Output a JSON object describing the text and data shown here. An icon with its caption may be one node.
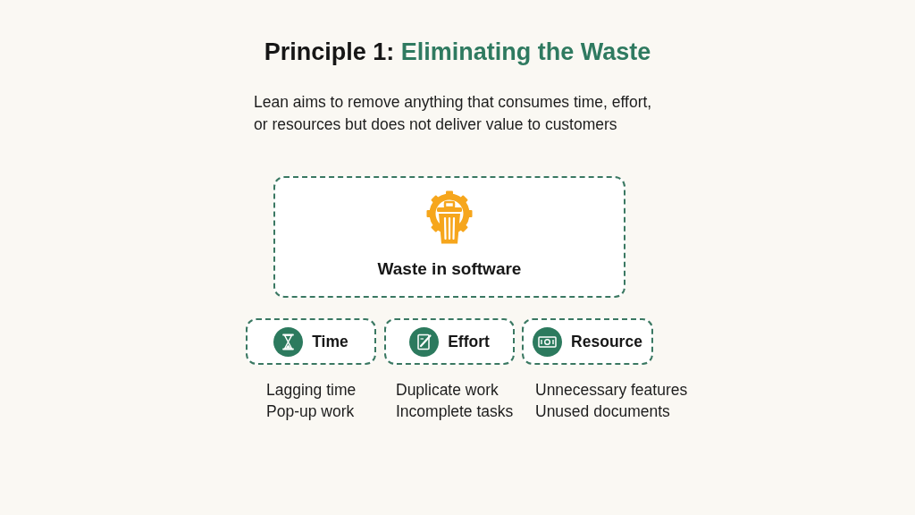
{
  "diagram": {
    "title": "Principle 1: Eliminating the Waste",
    "nodes": [
      {
        "text": [
          "Waste in software"
        ]
      },
      {
        "text": [
          "Time"
        ],
        "beside": [
          "Lagging time",
          "Pop-up work"
        ]
      },
      {
        "text": [
          "Effort"
        ],
        "beside": [
          "Duplicate work",
          "Incomplete tasks"
        ]
      },
      {
        "text": [
          "Resource"
        ],
        "beside": [
          "Unnecessary features",
          "Unused documents"
        ]
      }
    ],
    "labels": [
      "Lean aims to remove anything that consumes time, effort, or resources but does not deliver value to customers"
    ]
  }
}
